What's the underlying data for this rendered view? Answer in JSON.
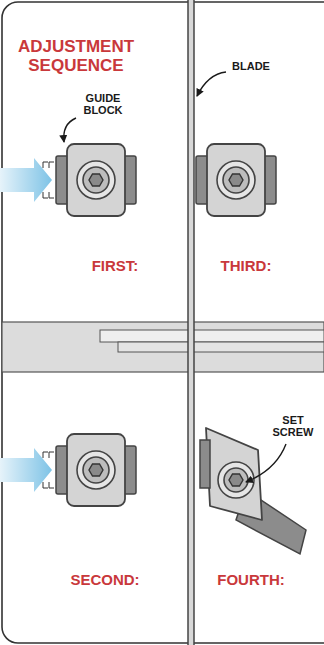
{
  "diagram": {
    "title": "ADJUSTMENT SEQUENCE",
    "labels": [
      "GUIDE BLOCK",
      "BLADE",
      "FIRST:",
      "THIRD:",
      "SET SCREW",
      "SECOND:",
      "FOURTH:"
    ]
  }
}
